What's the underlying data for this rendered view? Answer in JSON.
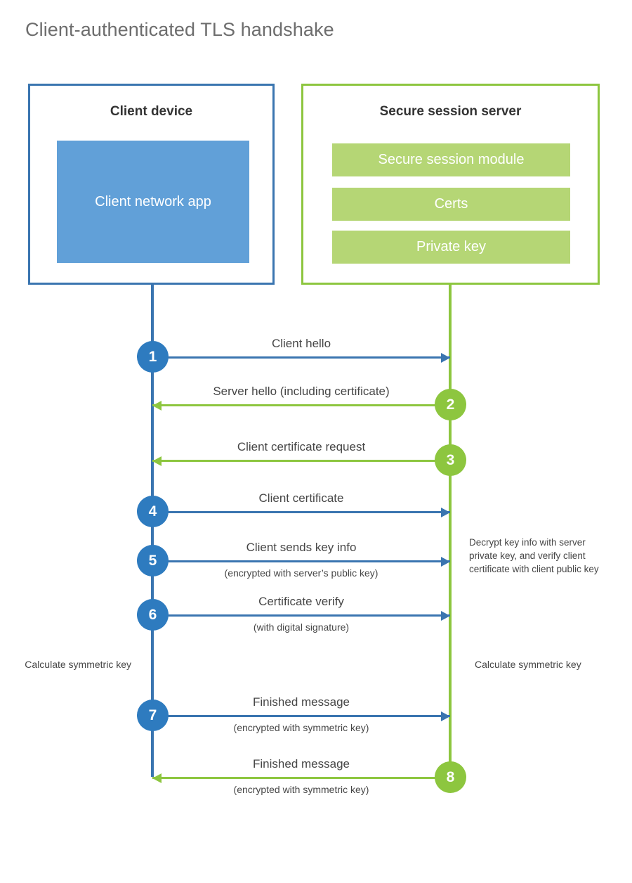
{
  "title": "Client-authenticated TLS handshake",
  "colors": {
    "blue_stroke": "#3a75b0",
    "blue_circle": "#2e7bbf",
    "blue_fill": "#61a0d8",
    "green_stroke": "#8dc63f",
    "green_fill": "#b5d675",
    "text": "#464646",
    "title": "#6d6d6d"
  },
  "client": {
    "title": "Client device",
    "app_label": "Client network app"
  },
  "server": {
    "title": "Secure session server",
    "modules": [
      "Secure session module",
      "Certs",
      "Private key"
    ]
  },
  "notes": {
    "decrypt": "Decrypt key info with server private key, and verify client certificate with client public key",
    "calculate_client": "Calculate symmetric key",
    "calculate_server": "Calculate symmetric key"
  },
  "messages": [
    {
      "step": "1",
      "label": "Client hello",
      "sublabel": "",
      "direction": "right",
      "color": "blue"
    },
    {
      "step": "2",
      "label": "Server hello (including certificate)",
      "sublabel": "",
      "direction": "left",
      "color": "green"
    },
    {
      "step": "3",
      "label": "Client certificate request",
      "sublabel": "",
      "direction": "left",
      "color": "green"
    },
    {
      "step": "4",
      "label": "Client certificate",
      "sublabel": "",
      "direction": "right",
      "color": "blue"
    },
    {
      "step": "5",
      "label": "Client sends key info",
      "sublabel": "(encrypted with server’s public key)",
      "direction": "right",
      "color": "blue"
    },
    {
      "step": "6",
      "label": "Certificate verify",
      "sublabel": "(with digital signature)",
      "direction": "right",
      "color": "blue"
    },
    {
      "step": "7",
      "label": "Finished message",
      "sublabel": "(encrypted with symmetric key)",
      "direction": "right",
      "color": "blue"
    },
    {
      "step": "8",
      "label": "Finished message",
      "sublabel": "(encrypted with symmetric key)",
      "direction": "left",
      "color": "green"
    }
  ]
}
